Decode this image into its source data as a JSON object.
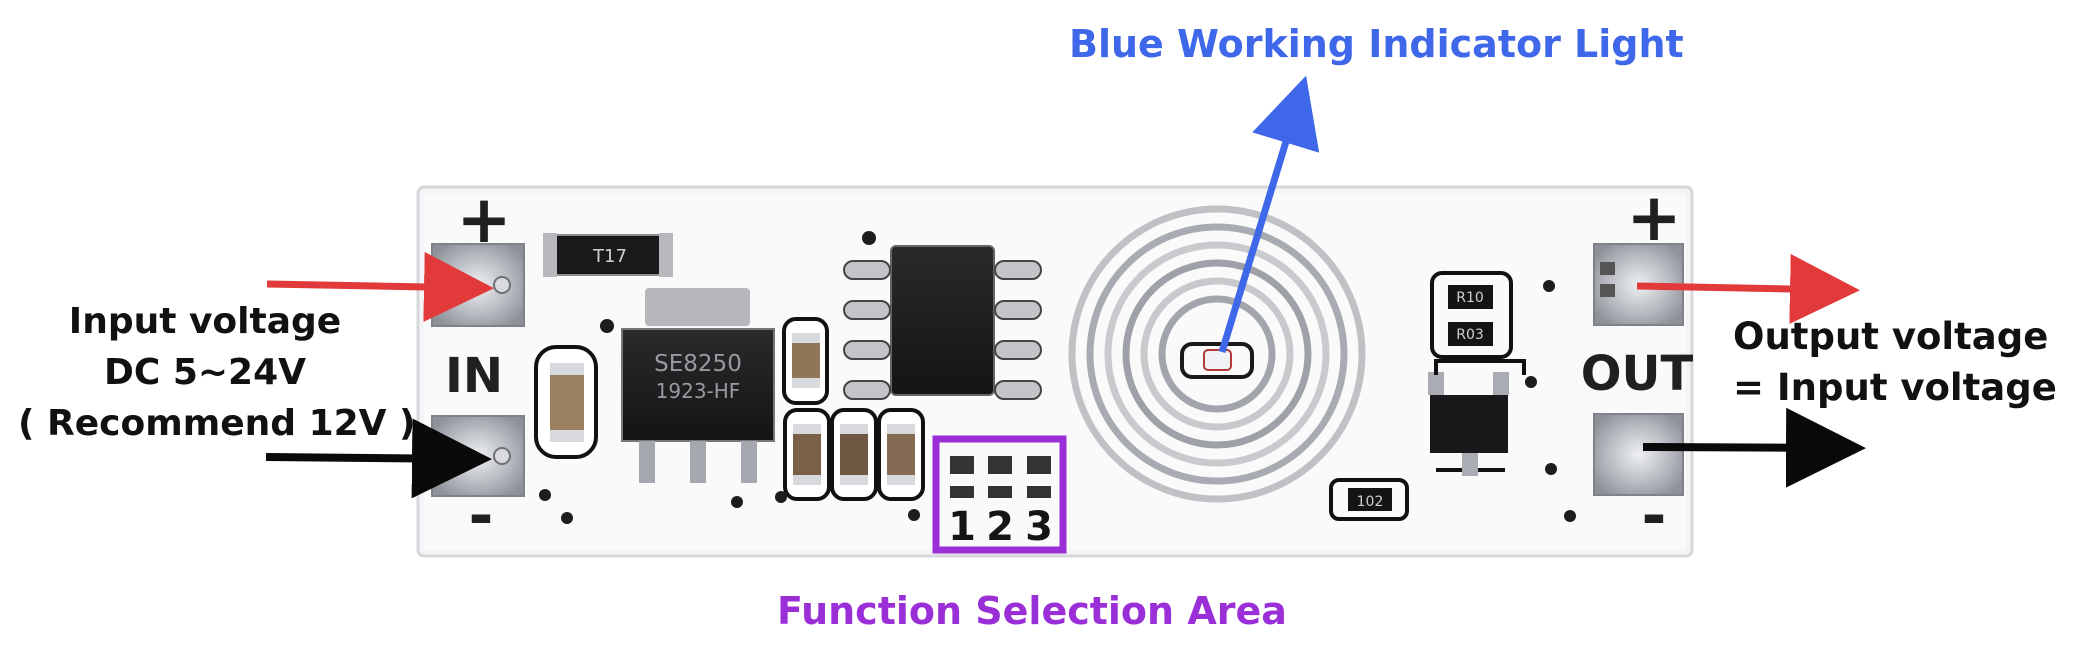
{
  "colors": {
    "blue_label": "#3f67ea",
    "purple_label": "#9a2fd8",
    "black_label": "#111111",
    "red_arrow": "#e23a3a",
    "black_arrow": "#0a0a0a",
    "blue_arrow": "#3f67ea",
    "purple_box": "#9a2fd8",
    "pcb": "#f5f5f6",
    "pad": "#b9bcc2"
  },
  "labels": {
    "top": "Blue Working Indicator Light",
    "bottom": "Function Selection Area",
    "left": [
      "Input voltage",
      "DC 5~24V",
      "( Recommend 12V )"
    ],
    "right": [
      "Output voltage",
      "= Input voltage"
    ]
  },
  "board": {
    "in_plus": "+",
    "in_minus": "-",
    "in_label": "IN",
    "out_plus": "+",
    "out_minus": "-",
    "out_label": "OUT",
    "chip_text": [
      "SE8250",
      "1923-HF"
    ],
    "diode_text": "T17",
    "resistors": [
      "R10",
      "R03",
      "102"
    ],
    "selection_digits": [
      "1",
      "2",
      "3"
    ]
  },
  "icons": [
    "red-arrow-icon",
    "black-arrow-icon",
    "blue-arrow-icon",
    "coil-icon",
    "chip-icon"
  ]
}
